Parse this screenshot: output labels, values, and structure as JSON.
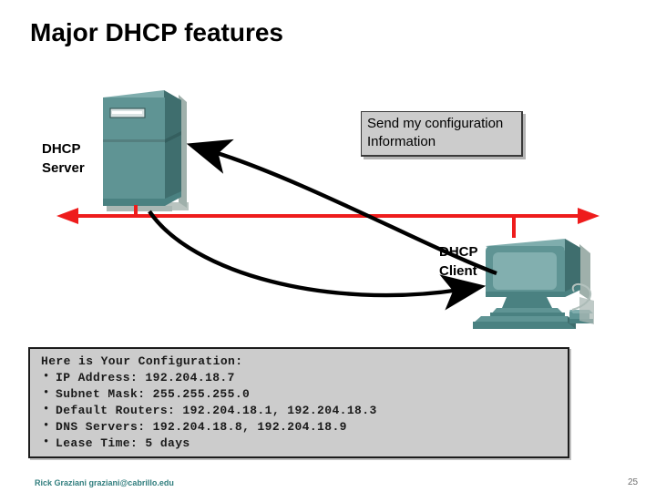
{
  "slide": {
    "title": "Major DHCP features",
    "page_number": "25",
    "credit": "Rick Graziani  graziani@cabrillo.edu"
  },
  "diagram": {
    "server": {
      "label": "DHCP\nServer",
      "icon": "server-tower-icon",
      "body_color": "#5f9494",
      "top_color": "#7fadad",
      "side_color": "#3f6e6e",
      "base_color": "#b9c4c0"
    },
    "client": {
      "label": "DHCP\nClient",
      "icon": "desktop-computer-icon",
      "body_color": "#5f9494",
      "screen_color": "#82afaf",
      "side_color": "#3f6e6e"
    },
    "network_bus": {
      "color": "#ee1c1c",
      "left_arrow": "arrow-left-icon",
      "right_arrow": "arrow-right-icon"
    },
    "flow_arrows": [
      {
        "name": "arrow-client-to-server",
        "direction": "right-to-left",
        "color": "#000000"
      },
      {
        "name": "arrow-server-to-client",
        "direction": "left-to-right",
        "color": "#000000"
      }
    ],
    "callout": {
      "text": "Send my configuration\nInformation",
      "background": "#cccccc",
      "border_color": "#3a3a3a"
    }
  },
  "configuration": {
    "heading": "Here is Your Configuration:",
    "items": [
      "IP Address: 192.204.18.7",
      "Subnet Mask: 255.255.255.0",
      "Default Routers: 192.204.18.1, 192.204.18.3",
      "DNS Servers: 192.204.18.8, 192.204.18.9",
      "Lease Time: 5 days"
    ],
    "background": "#cccccc",
    "border_color": "#1c1c1c"
  }
}
